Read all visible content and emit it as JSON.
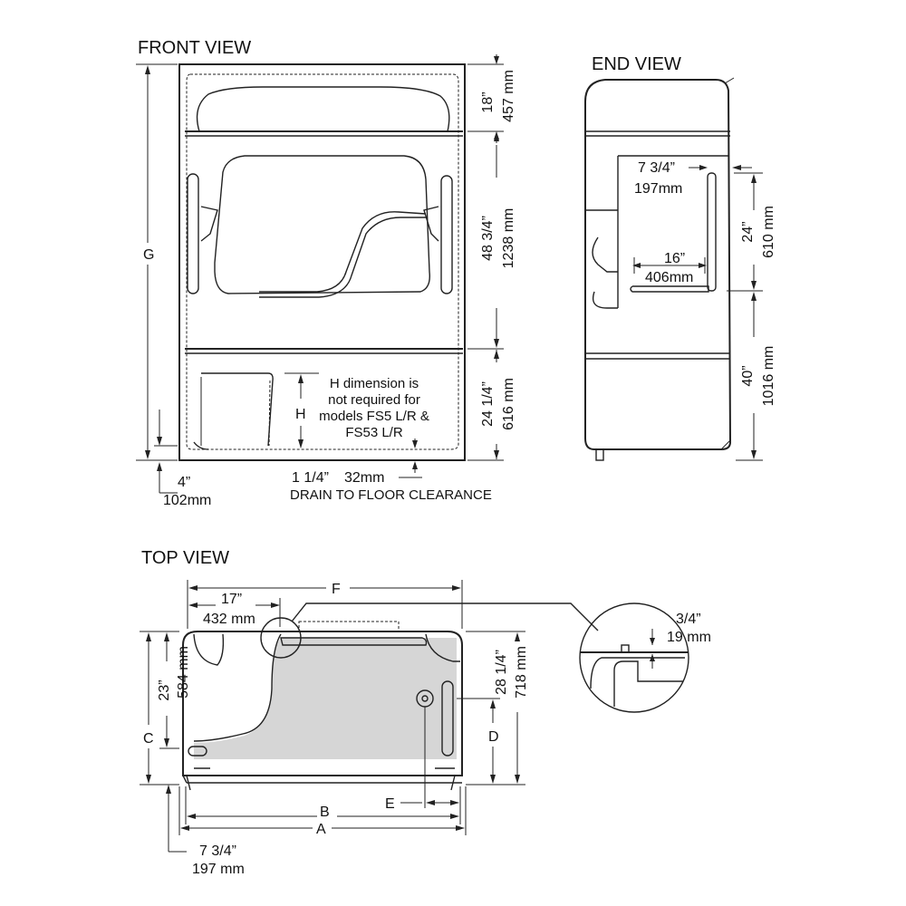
{
  "views": {
    "front": "FRONT VIEW",
    "end": "END  VIEW",
    "top": "TOP VIEW"
  },
  "front": {
    "g": "G",
    "h": "H",
    "top_in": "18”",
    "top_mm": "457 mm",
    "mid_in": "48 3/4”",
    "mid_mm": "1238 mm",
    "bot_in": "24 1/4”",
    "bot_mm": "616 mm",
    "note": [
      "H dimension is",
      "not required for",
      "models FS5 L/R &",
      "FS53 L/R"
    ],
    "base_in": "4”",
    "base_mm": "102mm",
    "drain_in": "1 1/4”",
    "drain_mm": "32mm",
    "drain_label": "DRAIN TO FLOOR CLEARANCE"
  },
  "end": {
    "bar_in": "7 3/4”",
    "bar_mm": "197mm",
    "grab_in": "16”",
    "grab_mm": "406mm",
    "upper_in": "24”",
    "upper_mm": "610 mm",
    "lower_in": "40”",
    "lower_mm": "1016 mm"
  },
  "top": {
    "f": "F",
    "left_in": "17”",
    "left_mm": "432 mm",
    "depth_in": "23”",
    "depth_mm": "584 mm",
    "c": "C",
    "d": "D",
    "e": "E",
    "b": "B",
    "a": "A",
    "full_in": "28 1/4”",
    "full_mm": "718 mm",
    "detail_in": "3/4”",
    "detail_mm": "19 mm",
    "bottom_in": "7 3/4”",
    "bottom_mm": "197 mm"
  }
}
